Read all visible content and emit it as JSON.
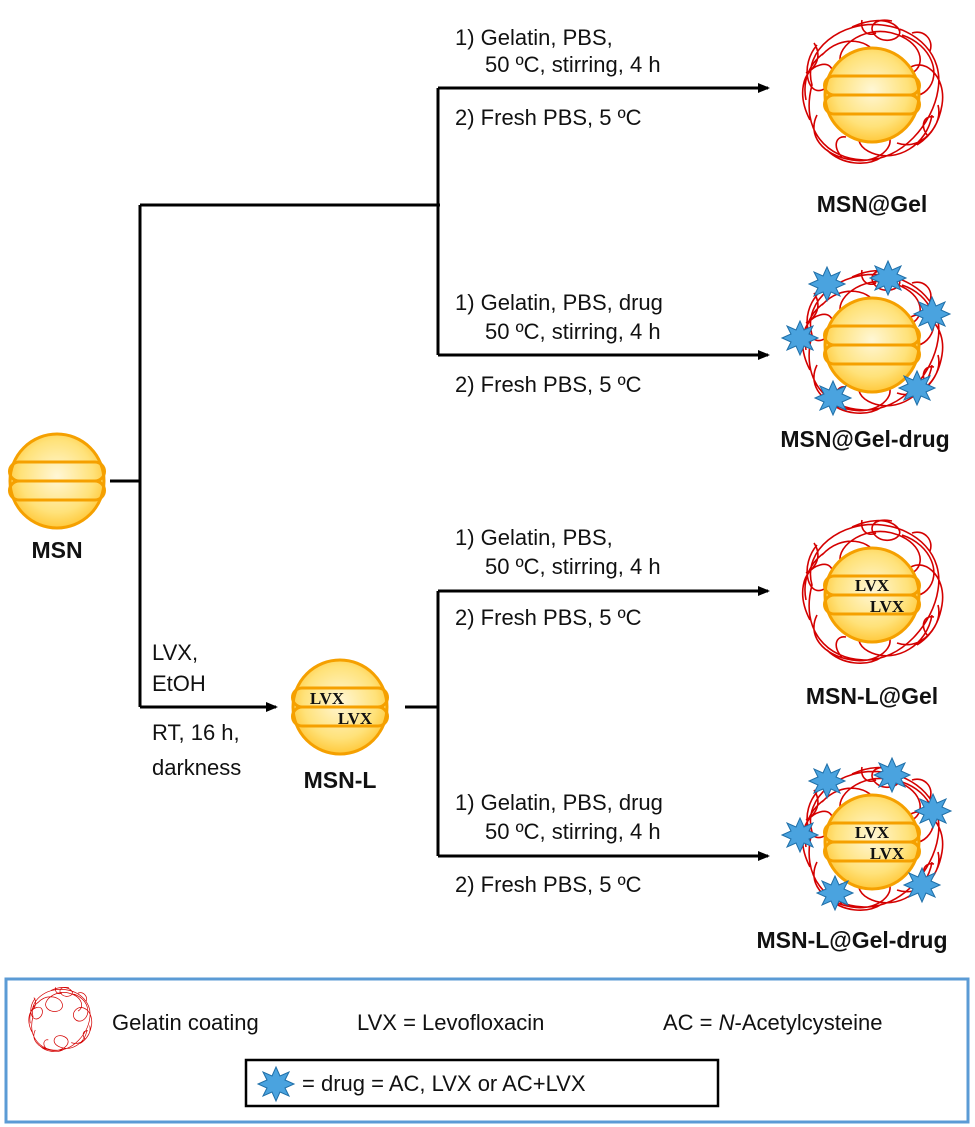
{
  "products": {
    "msn": "MSN",
    "msn_l": "MSN-L",
    "msn_gel": "MSN@Gel",
    "msn_gel_drug": "MSN@Gel-drug",
    "msn_l_gel": "MSN-L@Gel",
    "msn_l_gel_drug": "MSN-L@Gel-drug"
  },
  "pore_label": "LVX",
  "loading_step": {
    "above": [
      "LVX,",
      "EtOH"
    ],
    "below": [
      "RT, 16 h,",
      "darkness"
    ]
  },
  "coating_steps": [
    {
      "line1": "1) Gelatin, PBS,",
      "line2": "50 ºC, stirring, 4 h",
      "line3": "2) Fresh PBS, 5 ºC"
    },
    {
      "line1": "1) Gelatin, PBS, drug",
      "line2": "50 ºC, stirring, 4 h",
      "line3": "2) Fresh PBS, 5 ºC"
    },
    {
      "line1": "1) Gelatin, PBS,",
      "line2": "50 ºC, stirring, 4 h",
      "line3": "2) Fresh PBS, 5 ºC"
    },
    {
      "line1": "1) Gelatin, PBS, drug",
      "line2": "50 ºC, stirring, 4 h",
      "line3": "2) Fresh PBS, 5 ºC"
    }
  ],
  "legend": {
    "gelatin": "Gelatin coating",
    "lvx": "LVX = Levofloxacin",
    "ac_prefix": "AC = ",
    "ac_italic": "N",
    "ac_suffix": "-Acetylcysteine",
    "drug": "= drug = AC, LVX  or  AC+LVX"
  },
  "colors": {
    "nanoparticle_fill": "#ffd966",
    "nanoparticle_stroke": "#f5a000",
    "gelatin": "#d40000",
    "drug": "#4aa3df",
    "legend_border": "#5b9bd5"
  },
  "icons": [
    "gelatin-coating-icon",
    "drug-star-icon",
    "nanoparticle-icon",
    "arrow-icon"
  ]
}
